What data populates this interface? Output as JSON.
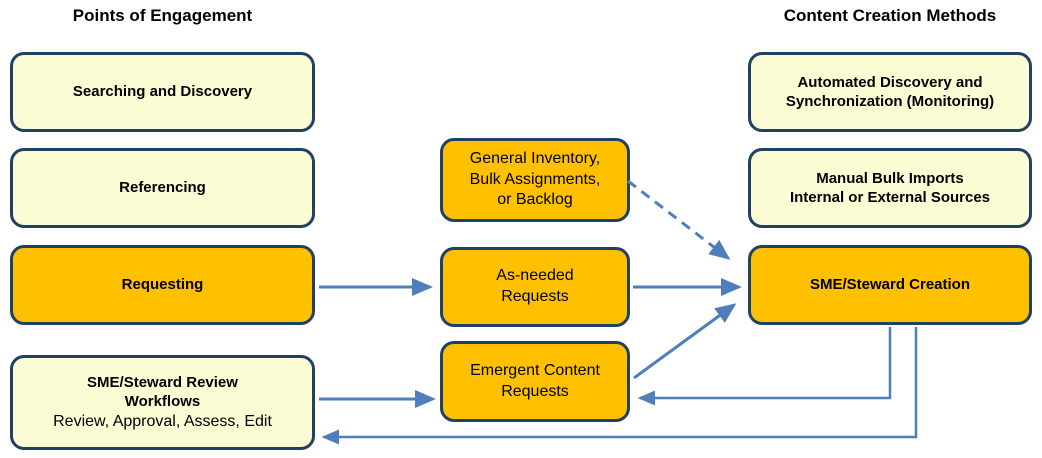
{
  "headers": {
    "left": "Points of Engagement",
    "right": "Content Creation Methods"
  },
  "boxes": {
    "searching": {
      "label": "Searching and Discovery"
    },
    "referencing": {
      "label": "Referencing"
    },
    "requesting": {
      "label": "Requesting"
    },
    "sme_review": {
      "title": "SME/Steward Review\nWorkflows",
      "subtitle": "Review, Approval, Assess, Edit"
    },
    "general_inventory": {
      "label": "General Inventory,\nBulk Assignments,\nor Backlog"
    },
    "as_needed": {
      "label": "As-needed\nRequests"
    },
    "emergent": {
      "label": "Emergent Content\nRequests"
    },
    "automated": {
      "label": "Automated Discovery and\nSynchronization (Monitoring)"
    },
    "manual": {
      "label": "Manual Bulk Imports\nInternal or External Sources"
    },
    "sme_creation": {
      "label": "SME/Steward Creation"
    }
  },
  "arrows": [
    {
      "from": "Requesting",
      "to": "As-needed Requests",
      "style": "solid"
    },
    {
      "from": "As-needed Requests",
      "to": "SME/Steward Creation",
      "style": "solid"
    },
    {
      "from": "General Inventory, Bulk Assignments, or Backlog",
      "to": "SME/Steward Creation",
      "style": "dashed"
    },
    {
      "from": "SME/Steward Review Workflows",
      "to": "Emergent Content Requests",
      "style": "solid"
    },
    {
      "from": "Emergent Content Requests",
      "to": "SME/Steward Creation",
      "style": "solid"
    },
    {
      "from": "SME/Steward Creation",
      "to": "Emergent Content Requests",
      "style": "solid-elbow"
    },
    {
      "from": "SME/Steward Creation",
      "to": "SME/Steward Review Workflows",
      "style": "solid-elbow"
    }
  ],
  "colors": {
    "box_orange": "#FFC000",
    "box_yellow": "#FCFCD4",
    "box_border_navy": "#1F4264",
    "arrow_blue": "#4E7FBA",
    "text": "#000000"
  }
}
